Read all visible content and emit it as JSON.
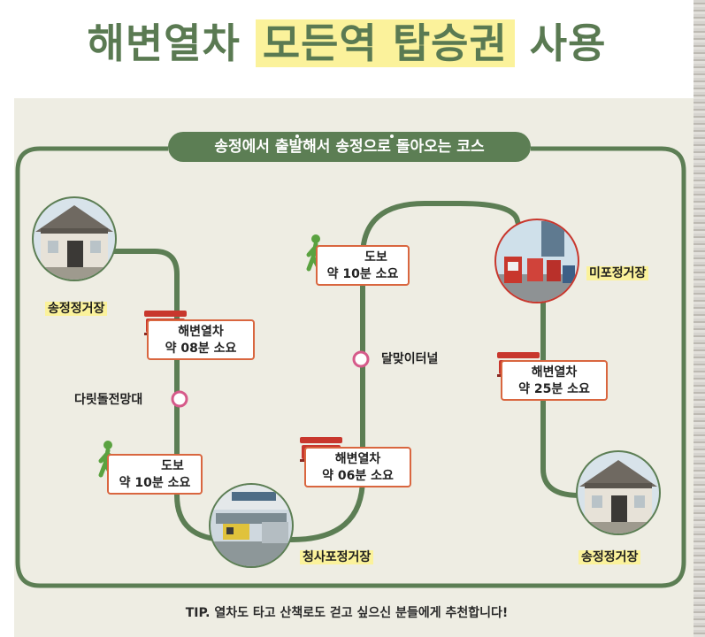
{
  "title": {
    "part1": "해변열차",
    "highlight": "모든역 탑승권",
    "part2": "사용"
  },
  "banner": {
    "text": "송정에서 출발해서 송정으로 돌아오는 코스"
  },
  "stations": {
    "songjeong_start": "송정정거장",
    "dalis": "다릿돌전망대",
    "cheongsapo": "청사포정거장",
    "dalmaji": "달맞이터널",
    "mipo": "미포정거장",
    "songjeong_end": "송정정거장"
  },
  "segments": {
    "train1": {
      "mode": "해변열차",
      "time": "약 08분 소요"
    },
    "walk1": {
      "mode": "도보",
      "time": "약 10분 소요"
    },
    "train2": {
      "mode": "해변열차",
      "time": "약 06분 소요"
    },
    "walk2": {
      "mode": "도보",
      "time": "약 10분 소요"
    },
    "train3": {
      "mode": "해변열차",
      "time": "약 25분 소요"
    }
  },
  "tip": "TIP. 열차도 타고 산책로도 걷고 싶으신 분들에게 추천합니다!",
  "colors": {
    "route_green": "#5c7e54",
    "title_green": "#5a7a52",
    "highlight_yellow": "#fbf29b",
    "panel_bg": "#eeede3",
    "box_border": "#d9663f",
    "stop_pink": "#d65a8a",
    "train_red": "#c8372d"
  },
  "icons": [
    "station-building-icon",
    "tram-photo-icon",
    "train-icon",
    "walking-person-icon",
    "stop-marker-icon"
  ]
}
